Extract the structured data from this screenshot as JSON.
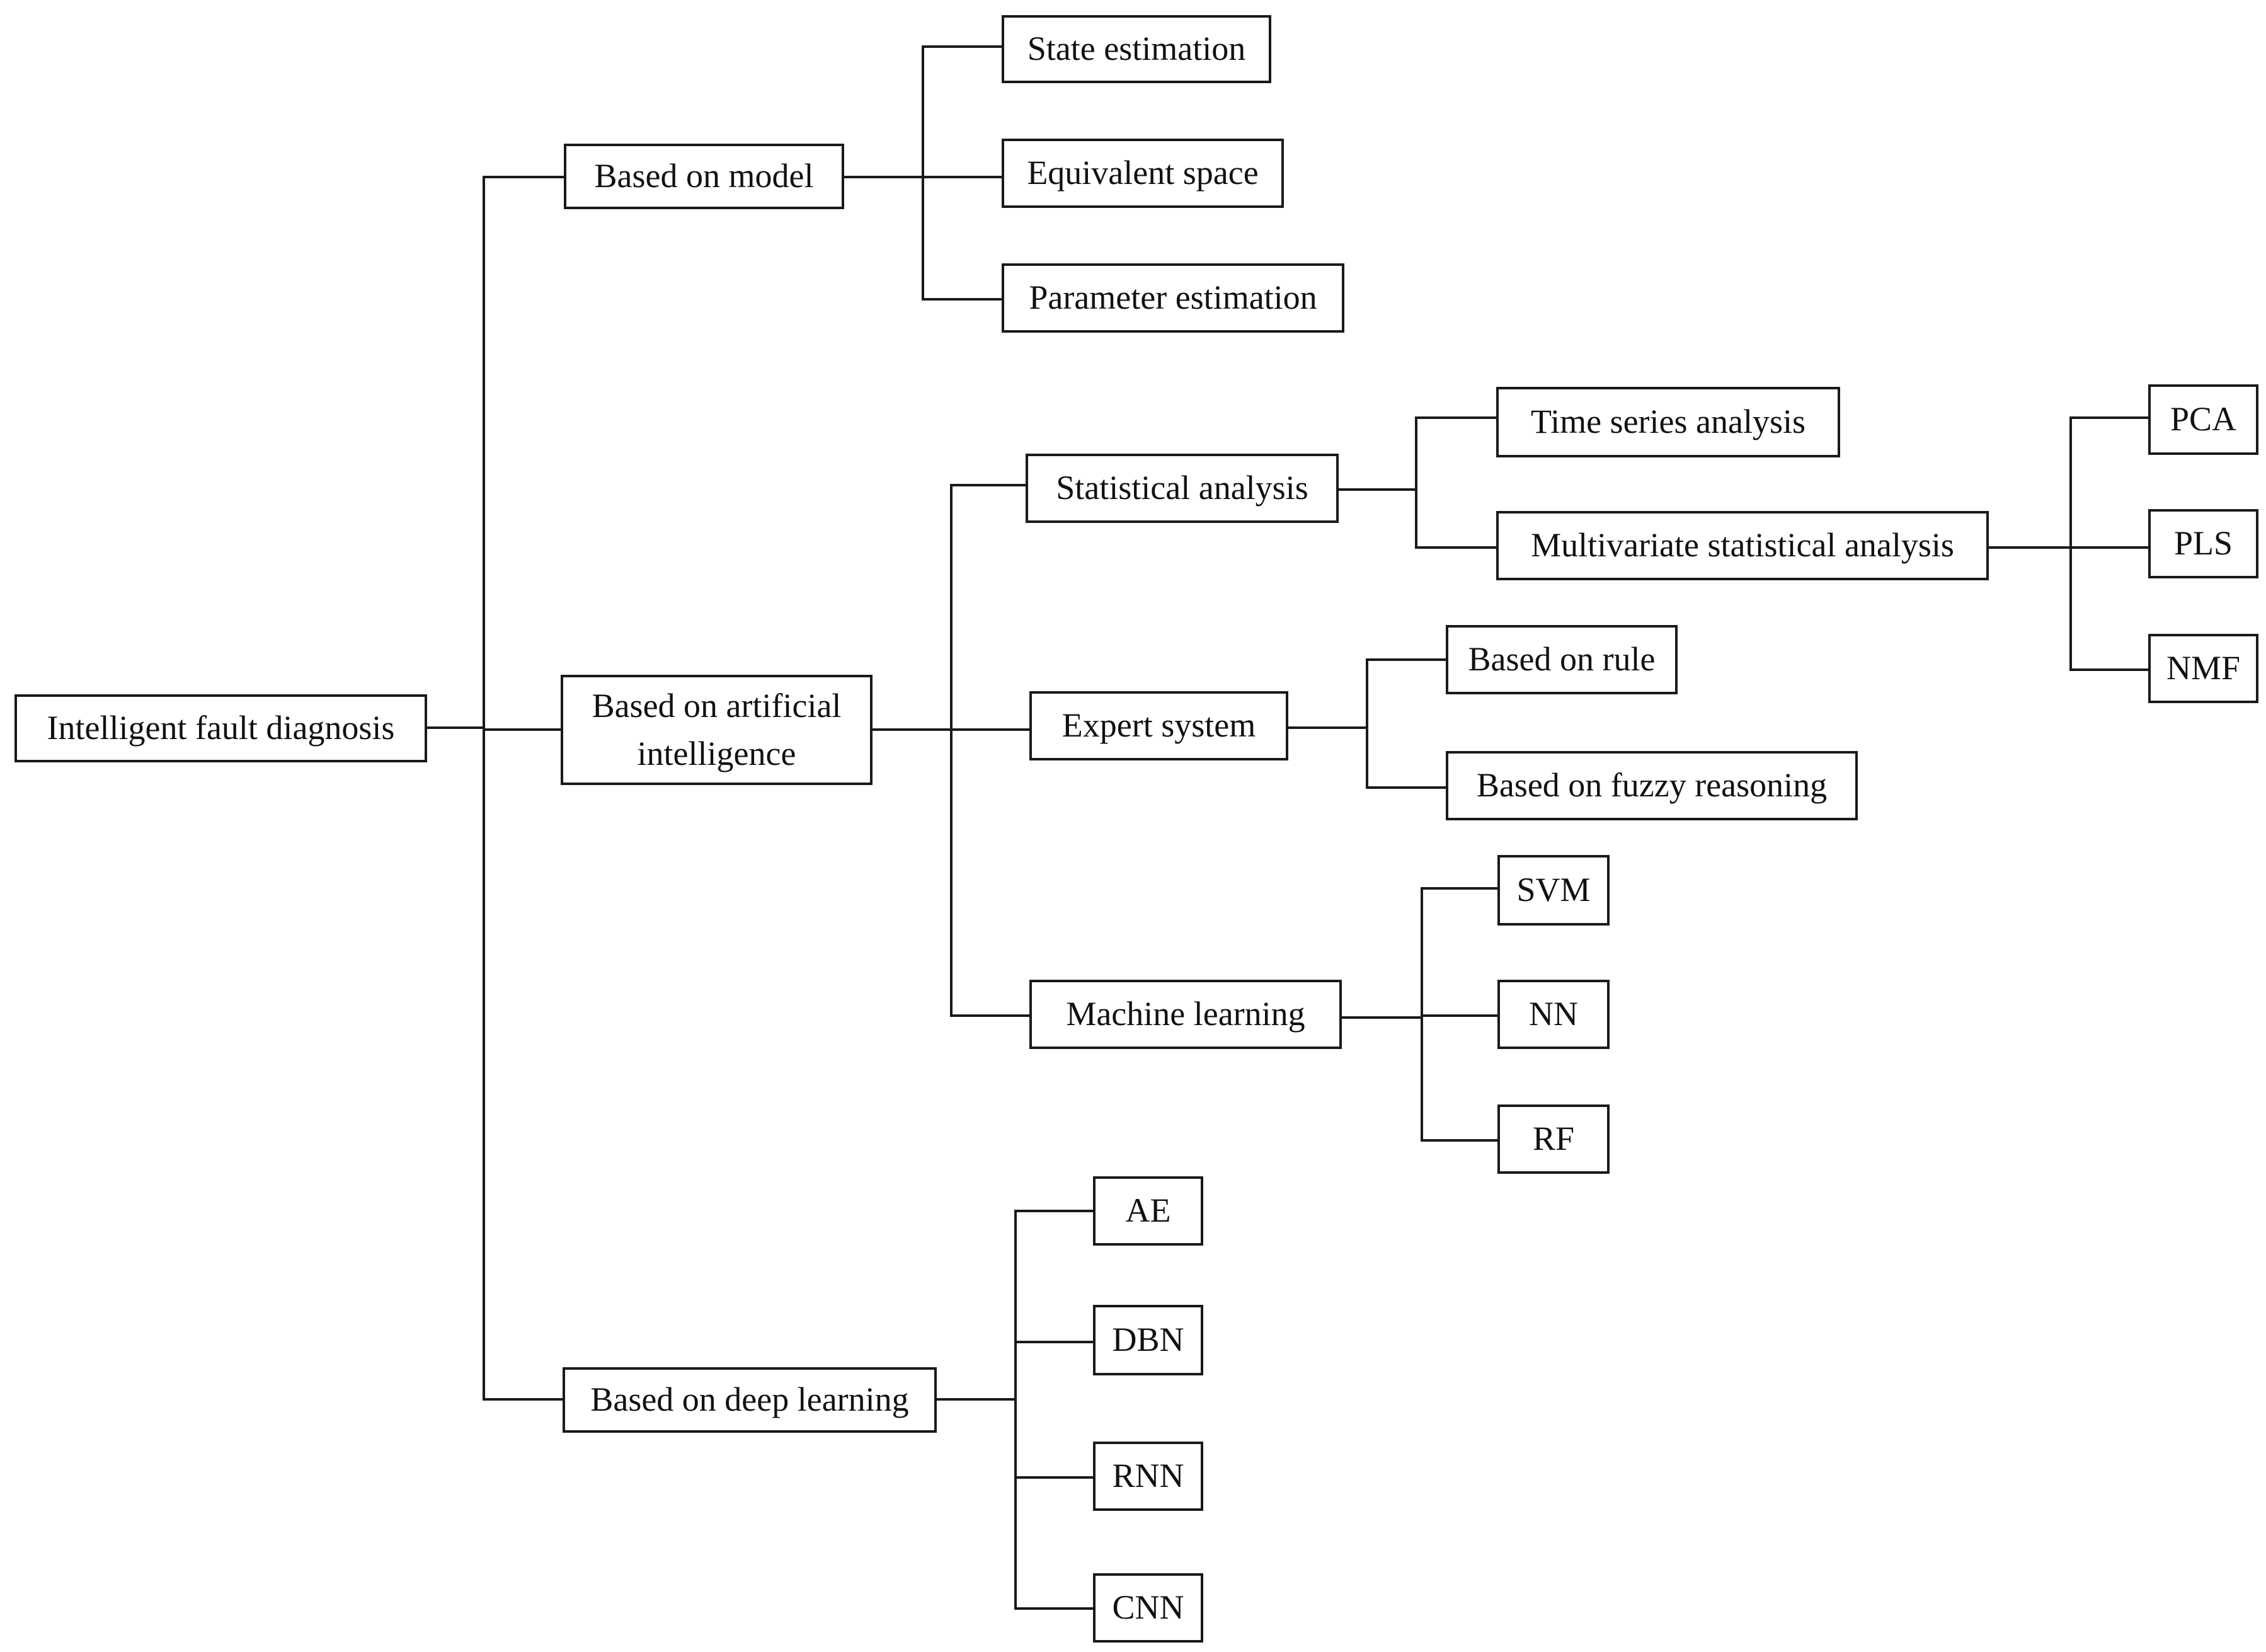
{
  "diagram": {
    "root": "Intelligent fault diagnosis",
    "model": {
      "label": "Based on model",
      "children": [
        "State estimation",
        "Equivalent space",
        "Parameter estimation"
      ]
    },
    "ai": {
      "label": "Based on artificial intelligence",
      "statistical": {
        "label": "Statistical analysis",
        "time_series": "Time series analysis",
        "multivariate": {
          "label": "Multivariate statistical analysis",
          "children": [
            "PCA",
            "PLS",
            "NMF"
          ]
        }
      },
      "expert": {
        "label": "Expert system",
        "children": [
          "Based on rule",
          "Based on fuzzy reasoning"
        ]
      },
      "ml": {
        "label": "Machine learning",
        "children": [
          "SVM",
          "NN",
          "RF"
        ]
      }
    },
    "deep": {
      "label": "Based on deep learning",
      "children": [
        "AE",
        "DBN",
        "RNN",
        "CNN"
      ]
    }
  }
}
